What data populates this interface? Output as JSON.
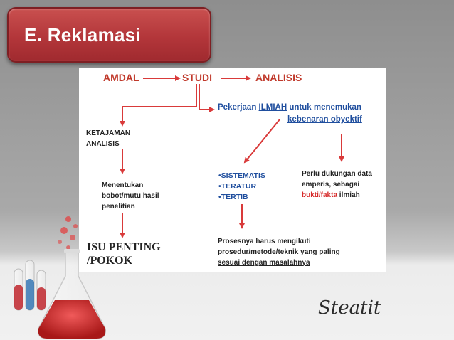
{
  "title": "E. Reklamasi",
  "diagram": {
    "top_row": {
      "amdal": "AMDAL",
      "studi": "STUDI",
      "analisis": "ANALISIS"
    },
    "pekerjaan": {
      "prefix": "Pekerjaan ",
      "ilmiah": "ILMIAH",
      "suffix": " untuk menemukan",
      "line2": "kebenaran obyektif"
    },
    "ketajaman": [
      "KETAJAMAN",
      "ANALISIS"
    ],
    "menentukan": [
      "Menentukan",
      "bobot/mutu hasil",
      "penelitian"
    ],
    "sifat": [
      "•SISTEMATIS",
      "•TERATUR",
      "•TERTIB"
    ],
    "dukungan": {
      "line1": "Perlu dukungan data",
      "line2": "emperis, sebagai",
      "bukti": "bukti/fakta",
      "ilmiah": " ilmiah"
    },
    "isu": [
      "ISU PENTING",
      "/POKOK"
    ],
    "prosesnya": {
      "line1": "Prosesnya harus mengikuti",
      "line2_a": "prosedur/metode/teknik yang ",
      "line2_b": "paling",
      "line3": "sesuai dengan masalahnya"
    }
  },
  "footer": {
    "brand": "Steatit"
  },
  "colors": {
    "title_red": "#b3363a",
    "arrow_red": "#d93a3a",
    "text_blue": "#1f4e9e"
  }
}
